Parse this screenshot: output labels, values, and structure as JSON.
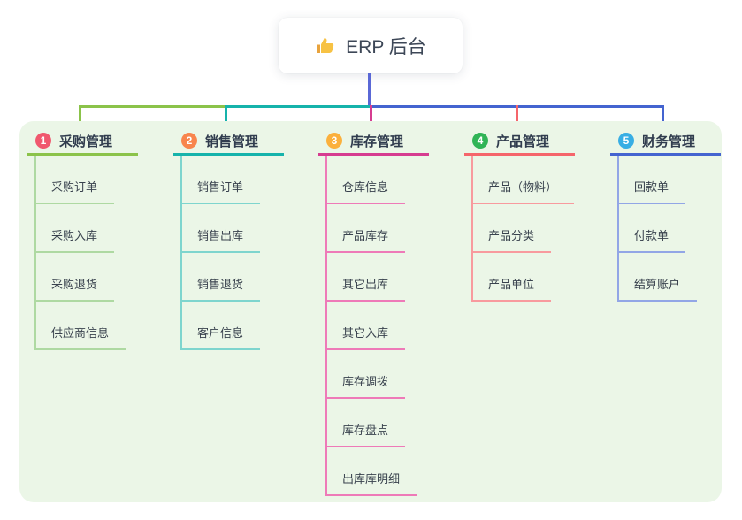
{
  "root": {
    "title": "ERP 后台",
    "icon": "thumbs-up-icon",
    "icon_color": "#f7c244",
    "stem_color": "#5a68d6"
  },
  "panel": {
    "background": "#ebf6e7"
  },
  "branches": [
    {
      "num": "1",
      "title": "采购管理",
      "badge_color": "#f0586e",
      "line_color": "#8bc34a",
      "child_line_color": "#aed9a2",
      "connector_color": "#8bc34a",
      "children": [
        "采购订单",
        "采购入库",
        "采购退货",
        "供应商信息"
      ]
    },
    {
      "num": "2",
      "title": "销售管理",
      "badge_color": "#f8854d",
      "line_color": "#16b3ab",
      "child_line_color": "#7ed5ce",
      "connector_color": "#16b3ab",
      "children": [
        "销售订单",
        "销售出库",
        "销售退货",
        "客户信息"
      ]
    },
    {
      "num": "3",
      "title": "库存管理",
      "badge_color": "#fbb03c",
      "line_color": "#d63c90",
      "child_line_color": "#ee7ab8",
      "connector_color": "#d63c90",
      "children": [
        "仓库信息",
        "产品库存",
        "其它出库",
        "其它入库",
        "库存调拨",
        "库存盘点",
        "出库库明细"
      ]
    },
    {
      "num": "4",
      "title": "产品管理",
      "badge_color": "#30b456",
      "line_color": "#f5656b",
      "child_line_color": "#f89a9e",
      "connector_color": "#f5656b",
      "children": [
        "产品（物料）",
        "产品分类",
        "产品单位"
      ]
    },
    {
      "num": "5",
      "title": "财务管理",
      "badge_color": "#38aee4",
      "line_color": "#4464d0",
      "child_line_color": "#92a6e6",
      "connector_color": "#4464d0",
      "children": [
        "回款单",
        "付款单",
        "结算账户"
      ]
    }
  ]
}
